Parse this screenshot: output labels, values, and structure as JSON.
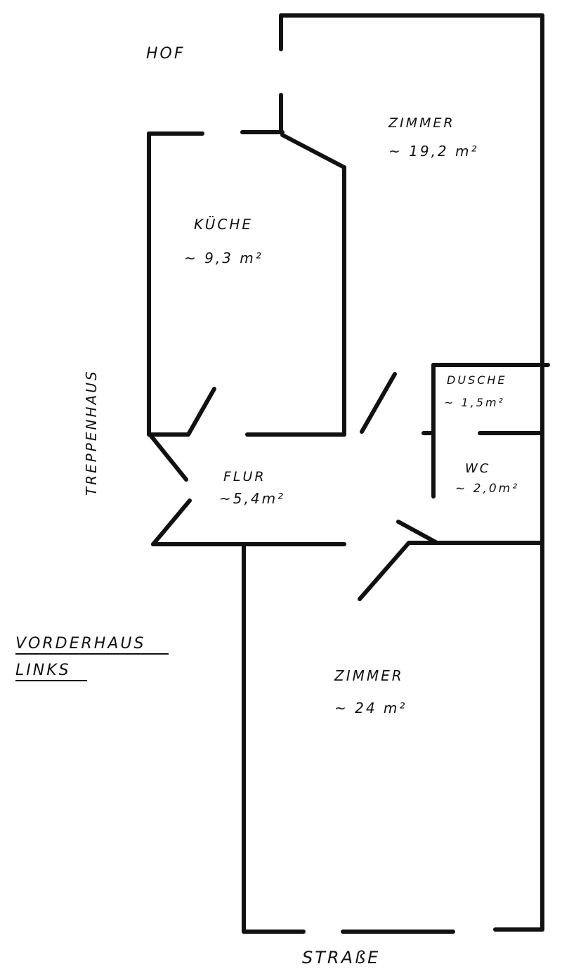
{
  "labels": {
    "hof": "HOF",
    "strasse": "STRAßE",
    "treppenhaus": "TREPPENHAUS",
    "vorderhaus_line1": "VORDERHAUS",
    "vorderhaus_line2": "LINKS"
  },
  "rooms": {
    "zimmer_top": {
      "name": "ZIMMER",
      "area": "~ 19,2 m²"
    },
    "kueche": {
      "name": "KÜCHE",
      "area": "~ 9,3 m²"
    },
    "dusche": {
      "name": "DUSCHE",
      "area": "~ 1,5m²"
    },
    "wc": {
      "name": "WC",
      "area": "~ 2,0m²"
    },
    "flur": {
      "name": "FLUR",
      "area": "~5,4m²"
    },
    "zimmer_bottom": {
      "name": "ZIMMER",
      "area": "~ 24 m²"
    }
  }
}
